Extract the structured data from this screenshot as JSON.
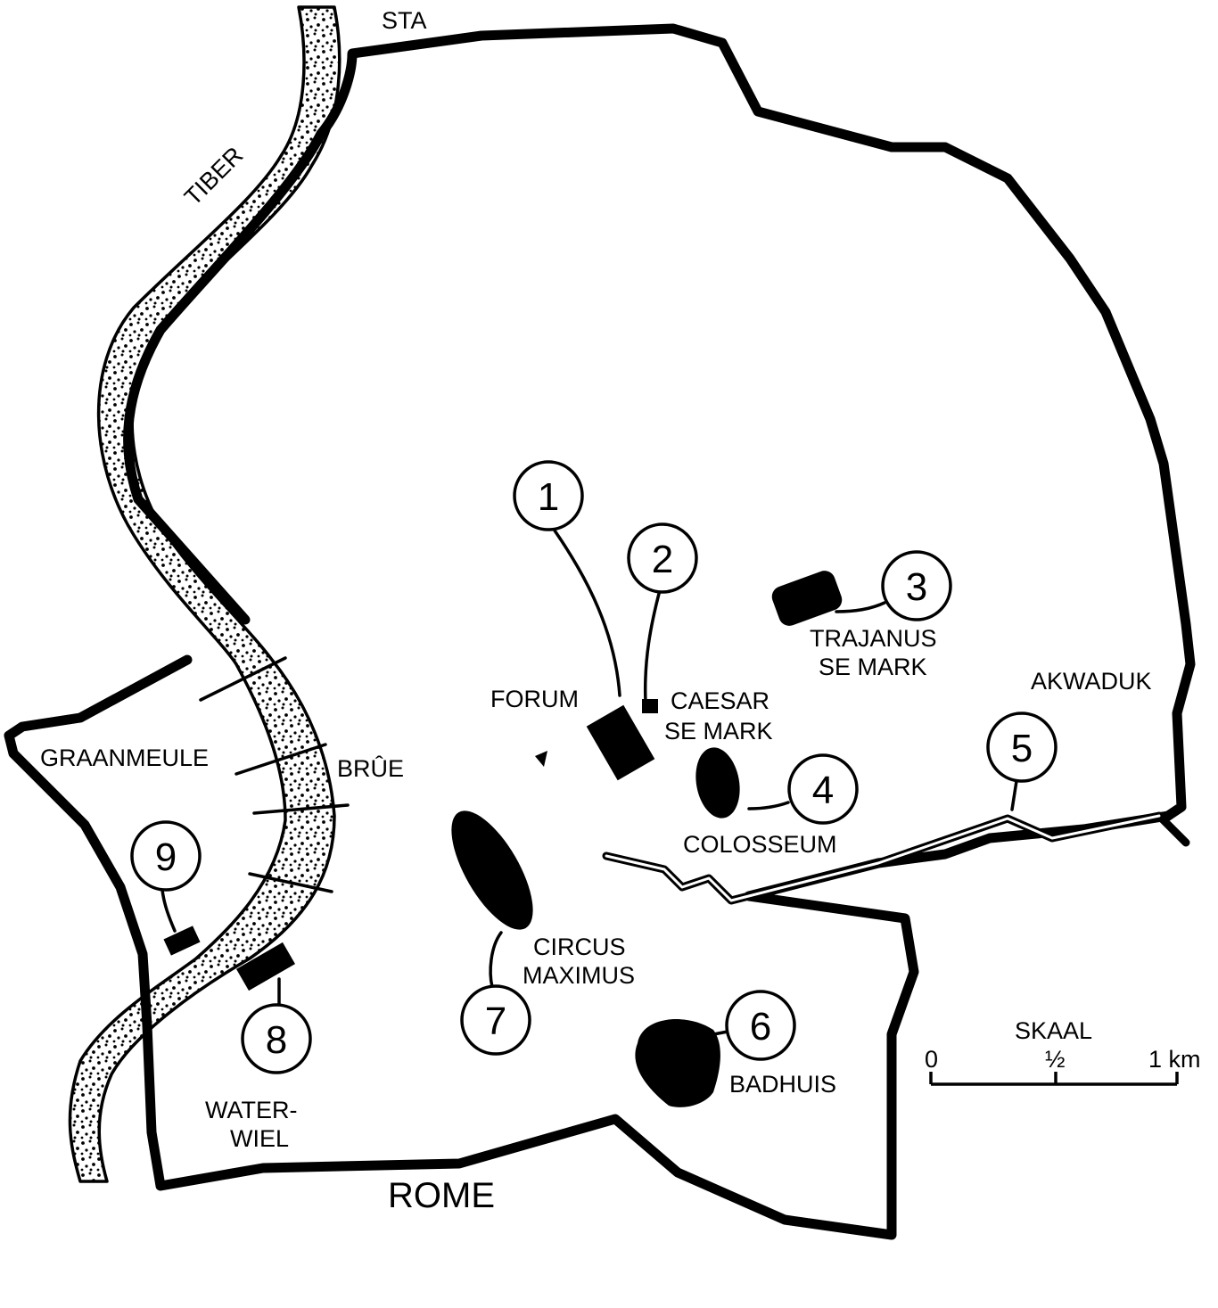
{
  "map": {
    "title": "ROME",
    "river": "TIBER",
    "labels": {
      "sta": "STA",
      "tiber": "TIBER",
      "forum": "FORUM",
      "caesar_1": "CAESAR",
      "caesar_2": "SE MARK",
      "trajanus_1": "TRAJANUS",
      "trajanus_2": "SE MARK",
      "akwaduk": "AKWADUK",
      "colosseum": "COLOSSEUM",
      "graanmeule": "GRAANMEULE",
      "brue": "BRÛE",
      "circus_1": "CIRCUS",
      "circus_2": "MAXIMUS",
      "badhuis": "BADHUIS",
      "waterwiel_1": "WATER-",
      "waterwiel_2": "WIEL",
      "rome": "ROME"
    },
    "markers": [
      "1",
      "2",
      "3",
      "4",
      "5",
      "6",
      "7",
      "8",
      "9"
    ],
    "scale": {
      "title": "SKAAL",
      "tick_0": "0",
      "tick_half": "½",
      "tick_1": "1 km"
    },
    "colors": {
      "ink": "#000000",
      "paper": "#ffffff"
    }
  }
}
